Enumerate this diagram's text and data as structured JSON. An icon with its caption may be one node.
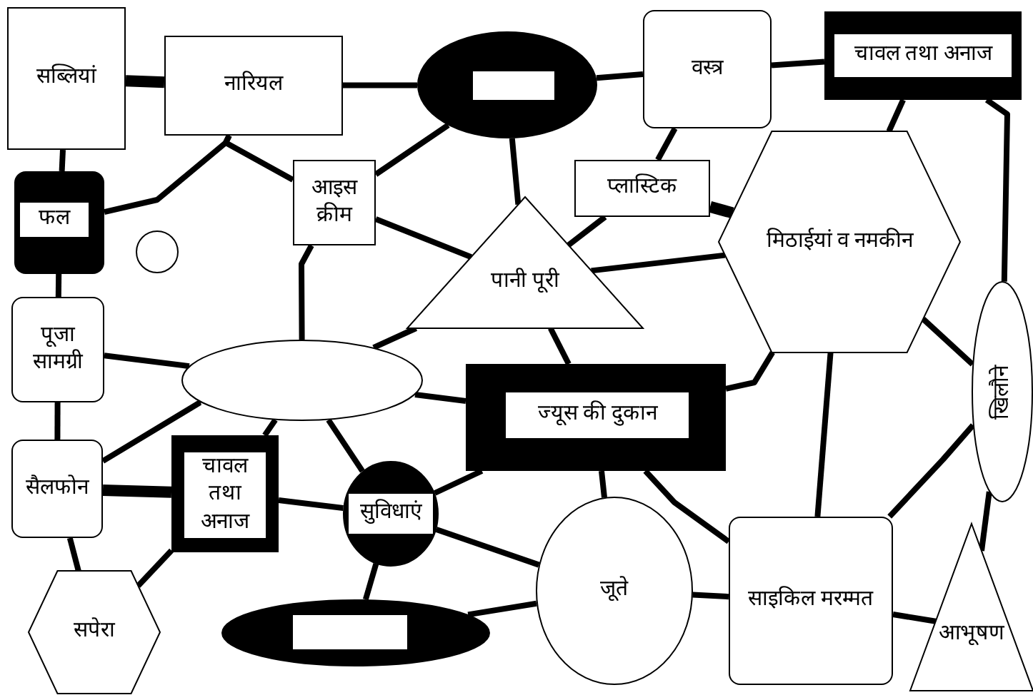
{
  "diagram": {
    "nodes": [
      {
        "text": [
          "सब्लियां"
        ]
      },
      {
        "text": [
          "नारियल"
        ]
      },
      {
        "text": [],
        "shape": "ellipse"
      },
      {
        "text": [
          "वस्त्र"
        ]
      },
      {
        "text": [
          "चावल तथा अनाज"
        ]
      },
      {
        "text": [
          "फल"
        ]
      },
      {
        "text": [],
        "shape": "circle"
      },
      {
        "text": [
          "आइस क्रीम"
        ]
      },
      {
        "text": [
          "प्लास्टिक"
        ]
      },
      {
        "text": [
          "मिठाईयां व नमकीन"
        ]
      },
      {
        "text": [
          "पानी पूरी"
        ]
      },
      {
        "text": [
          "पूजा सामग्री"
        ]
      },
      {
        "text": [],
        "shape": "ellipse"
      },
      {
        "text": [
          "ज्यूस की दुकान"
        ]
      },
      {
        "text": [
          "खिलौने"
        ]
      },
      {
        "text": [
          "सैलफोन"
        ]
      },
      {
        "text": [
          "चावल तथा अनाज"
        ]
      },
      {
        "text": [
          "सुविधाएं"
        ]
      },
      {
        "text": [
          "जूते"
        ]
      },
      {
        "text": [
          "साइकिल मरम्मत"
        ]
      },
      {
        "text": [
          "सपेरा"
        ]
      },
      {
        "text": [],
        "shape": "ellipse"
      },
      {
        "text": [
          "आभूषण"
        ]
      }
    ],
    "edges": [
      {
        "from": 0,
        "to": 1,
        "arrow": "none",
        "style": "thick"
      },
      {
        "from": 1,
        "to": 2,
        "arrow": "none"
      },
      {
        "from": 2,
        "to": 3,
        "arrow": "none"
      },
      {
        "from": 3,
        "to": 4,
        "arrow": "none"
      },
      {
        "from": 0,
        "to": 5,
        "arrow": "none"
      },
      {
        "from": 5,
        "to": 1,
        "arrow": "none"
      },
      {
        "from": 1,
        "to": 7,
        "arrow": "none"
      },
      {
        "from": 2,
        "to": 7,
        "arrow": "none"
      },
      {
        "from": 7,
        "to": 10,
        "arrow": "none"
      },
      {
        "from": 2,
        "to": 10,
        "arrow": "none"
      },
      {
        "from": 3,
        "to": 8,
        "arrow": "none"
      },
      {
        "from": 8,
        "to": 9,
        "arrow": "none",
        "style": "thick"
      },
      {
        "from": 8,
        "to": 10,
        "arrow": "none"
      },
      {
        "from": 10,
        "to": 9,
        "arrow": "none"
      },
      {
        "from": 4,
        "to": 9,
        "arrow": "none"
      },
      {
        "from": 4,
        "to": 14,
        "arrow": "none"
      },
      {
        "from": 9,
        "to": 14,
        "arrow": "none"
      },
      {
        "from": 5,
        "to": 11,
        "arrow": "none"
      },
      {
        "from": 7,
        "to": 12,
        "arrow": "none"
      },
      {
        "from": 10,
        "to": 12,
        "arrow": "none"
      },
      {
        "from": 11,
        "to": 12,
        "arrow": "none"
      },
      {
        "from": 10,
        "to": 13,
        "arrow": "none"
      },
      {
        "from": 9,
        "to": 13,
        "arrow": "none"
      },
      {
        "from": 12,
        "to": 13,
        "arrow": "none"
      },
      {
        "from": 11,
        "to": 15,
        "arrow": "none"
      },
      {
        "from": 12,
        "to": 15,
        "arrow": "none"
      },
      {
        "from": 12,
        "to": 16,
        "arrow": "none"
      },
      {
        "from": 12,
        "to": 17,
        "arrow": "none"
      },
      {
        "from": 15,
        "to": 16,
        "arrow": "none",
        "style": "thick"
      },
      {
        "from": 16,
        "to": 17,
        "arrow": "none"
      },
      {
        "from": 15,
        "to": 20,
        "arrow": "none"
      },
      {
        "from": 16,
        "to": 20,
        "arrow": "none"
      },
      {
        "from": 13,
        "to": 17,
        "arrow": "none"
      },
      {
        "from": 17,
        "to": 18,
        "arrow": "none"
      },
      {
        "from": 21,
        "to": 18,
        "arrow": "none"
      },
      {
        "from": 17,
        "to": 21,
        "arrow": "none"
      },
      {
        "from": 13,
        "to": 18,
        "arrow": "none"
      },
      {
        "from": 13,
        "to": 19,
        "arrow": "none"
      },
      {
        "from": 9,
        "to": 19,
        "arrow": "none"
      },
      {
        "from": 18,
        "to": 19,
        "arrow": "none"
      },
      {
        "from": 19,
        "to": 14,
        "arrow": "none"
      },
      {
        "from": 19,
        "to": 22,
        "arrow": "none"
      },
      {
        "from": 14,
        "to": 22,
        "arrow": "none"
      }
    ]
  }
}
